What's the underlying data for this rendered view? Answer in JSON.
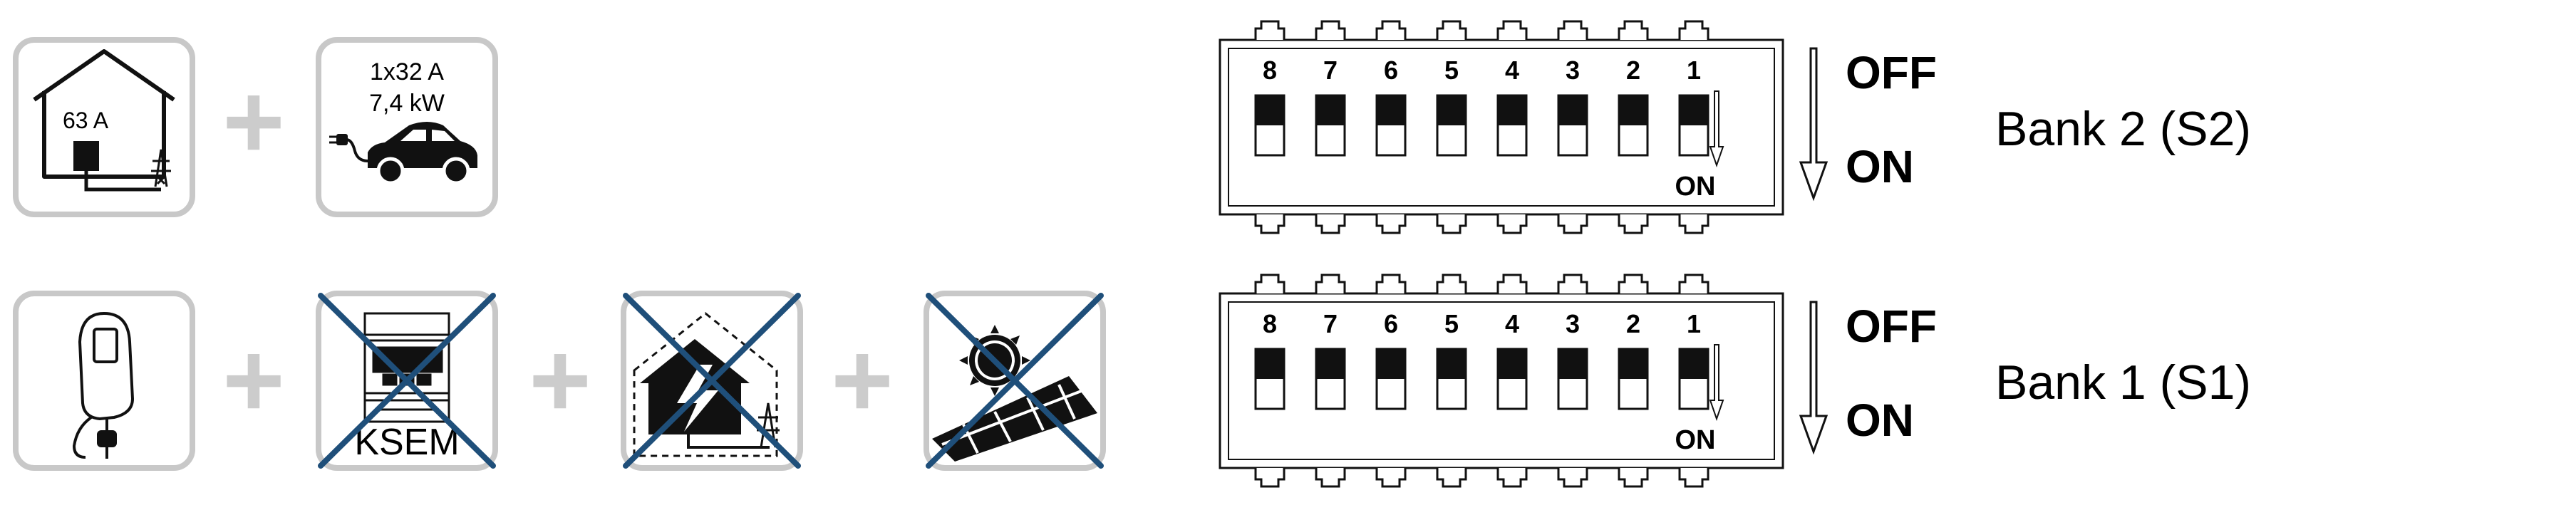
{
  "house_tile": {
    "amperage": "63 A",
    "icons": [
      "house-icon",
      "transmission-tower-icon"
    ]
  },
  "charging_tile": {
    "phase_current": "1x32 A",
    "power": "7,4 kW",
    "icons": [
      "electric-car-icon",
      "charging-plug-icon"
    ]
  },
  "components_row": {
    "wallbox": {
      "icon": "wallbox-icon",
      "excluded": false
    },
    "energy_meter": {
      "label": "KSEM",
      "icon": "energy-meter-icon",
      "excluded": true
    },
    "home_energy": {
      "icon": "house-lightning-icon",
      "excluded": true
    },
    "pv_system": {
      "icon": "solar-panel-icon",
      "excluded": true
    }
  },
  "plus_sign": "+",
  "dip_switches": [
    {
      "bank_label": "Bank 2 (S2)",
      "switch_numbers": [
        "8",
        "7",
        "6",
        "5",
        "4",
        "3",
        "2",
        "1"
      ],
      "positions": [
        "OFF",
        "OFF",
        "OFF",
        "OFF",
        "OFF",
        "OFF",
        "OFF",
        "OFF"
      ],
      "on_label": "ON",
      "legend_off": "OFF",
      "legend_on": "ON"
    },
    {
      "bank_label": "Bank 1 (S1)",
      "switch_numbers": [
        "8",
        "7",
        "6",
        "5",
        "4",
        "3",
        "2",
        "1"
      ],
      "positions": [
        "OFF",
        "OFF",
        "OFF",
        "OFF",
        "OFF",
        "OFF",
        "OFF",
        "OFF"
      ],
      "on_label": "ON",
      "legend_off": "OFF",
      "legend_on": "ON"
    }
  ],
  "colors": {
    "tile_border": "#c8c8c8",
    "plus": "#cccccc",
    "cross": "#1f4f7a",
    "line": "#1a1a1a"
  }
}
